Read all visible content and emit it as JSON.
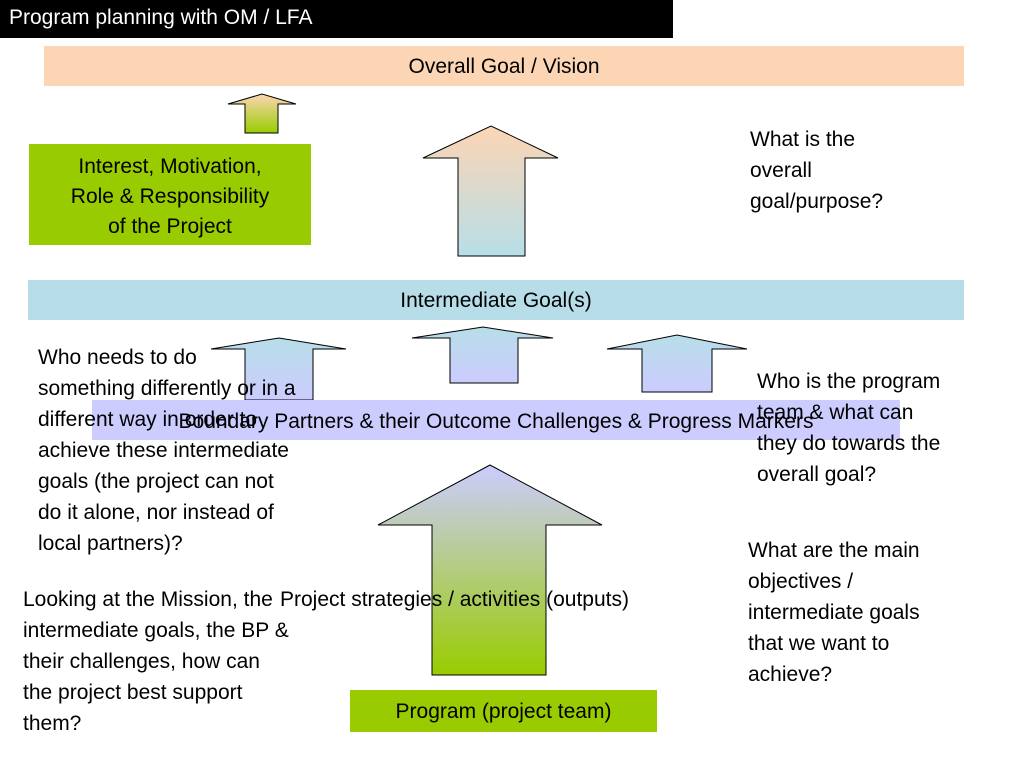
{
  "title": "Program planning with OM / LFA",
  "bands": {
    "overall": "Overall Goal / Vision",
    "intermediate": "Intermediate Goal(s)",
    "boundary": "Boundary Partners & their Outcome Challenges & Progress Markers"
  },
  "boxes": {
    "interest": [
      "Interest, Motivation,",
      "Role & Responsibility",
      "of the Project"
    ],
    "program": "Program (project team)"
  },
  "notes": {
    "overall_goal": [
      "What is the",
      "overall",
      "goal/purpose?"
    ],
    "who_needs": [
      "Who needs to do",
      "something differently or in a",
      "different way in order to",
      "achieve these intermediate",
      "goals (the project can not",
      "do it alone, nor instead of",
      "local partners)?"
    ],
    "program_team": [
      "Who is the program",
      "team & what can",
      "they do towards the",
      "overall goal?"
    ],
    "main_objectives": [
      "What are the main",
      "objectives /",
      "intermediate goals",
      "that we want to",
      "achieve?"
    ],
    "mission": [
      "Looking at the Mission, the",
      "intermediate goals, the BP &",
      "their challenges, how can",
      "the project best support",
      "them?"
    ],
    "strategies": "Project strategies / activities (outputs)"
  },
  "colors": {
    "peach": "#fcd5b4",
    "light_blue": "#b7dee8",
    "lavender": "#ccccff",
    "green": "#99cc00"
  }
}
